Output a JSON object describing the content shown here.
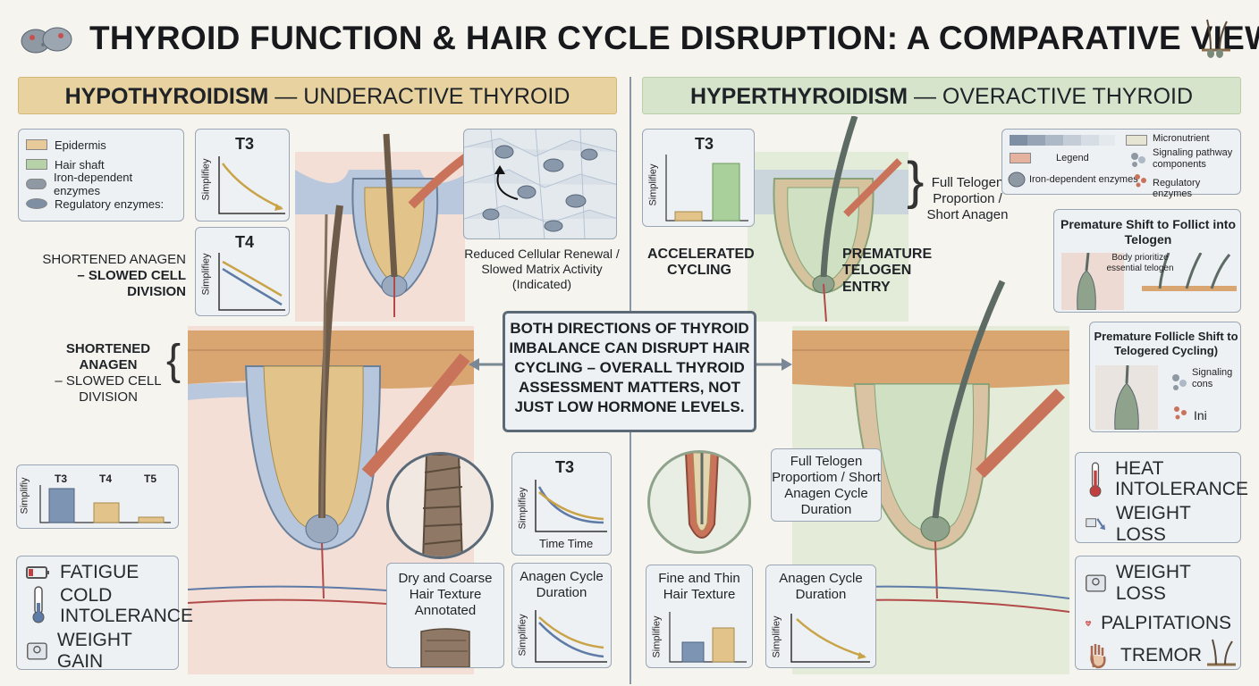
{
  "title": "THYROID FUNCTION & HAIR CYCLE DISRUPTION: A COMPARATIVE VIEW",
  "left_banner": {
    "bold": "HYPOTHYROIDISM",
    "rest": " — UNDERACTIVE THYROID"
  },
  "right_banner": {
    "bold": "HYPERTHYROIDISM",
    "rest": " — OVERACTIVE THYROID"
  },
  "left_legend": [
    "Epidermis",
    "Hair shaft",
    "Iron-dependent enzymes",
    "Regulatory enzymes:"
  ],
  "right_legend": {
    "legend_label": "Legend",
    "micronutrient": "Micronutrient",
    "iron": "Iron-dependent enzymes",
    "signaling": "Signaling pathway components",
    "regulatory": "Regulatory enzymes"
  },
  "mini_charts": {
    "t3_left": {
      "title": "T3",
      "ylabel": "Simplifiey"
    },
    "t4_left": {
      "title": "T4",
      "ylabel": "Simplifiey"
    },
    "t3_right": {
      "title": "T3",
      "ylabel": "Simplifiey"
    },
    "bars_left": {
      "ylabel": "Simplifiy",
      "labels": [
        "T3",
        "T4",
        "T5"
      ]
    },
    "t3_bottom": {
      "title": "T3",
      "ylabel": "Simplifiey",
      "xlabel": "Time Time"
    },
    "anagen_left": {
      "title": "Anagen Cycle Duration",
      "ylabel": "Simplifiey"
    },
    "fine_thin": {
      "title": "Fine and Thin Hair Texture",
      "ylabel": "Simplifiey"
    },
    "anagen_right": {
      "title": "Anagen Cycle Duration",
      "ylabel": "Simplifiey"
    }
  },
  "labels": {
    "shortened_anagen_1": "SHORTENED ANAGEN",
    "slowed_cell_division_1": "– SLOWED CELL DIVISION",
    "shortened_anagen_2": "SHORTENED ANAGEN",
    "slowed_cell_division_2": "– SLOWED CELL DIVISION",
    "reduced_renewal": "Reduced Cellular Renewal / Slowed Matrix Activity (Indicated)",
    "dry_coarse": "Dry and Coarse Hair Texture Annotated",
    "accelerated": "ACCELERATED CYCLING",
    "premature": "PREMATURE TELOGEN ENTRY",
    "full_telogen_top": "Full Telogen Proportion / Short Anagen",
    "full_telogen_mid": "Full Telogen Proportiom / Short Anagen Cycle Duration",
    "premature_shift_title": "Premature Shift to Follict into Telogen",
    "body_prioritize": "Body prioritize essential telogen",
    "premature_follicle_title": "Premature Follicle Shift to Telogered Cycling)",
    "signaling_cons": "Signaling cons",
    "ini": "Ini"
  },
  "center_message": "BOTH DIRECTIONS OF THYROID IMBALANCE CAN DISRUPT HAIR CYCLING – OVERALL THYROID ASSESSMENT MATTERS, NOT JUST LOW HORMONE LEVELS.",
  "left_symptoms": [
    "FATIGUE",
    "COLD INTOLERANCE",
    "WEIGHT GAIN"
  ],
  "right_symptoms_top": [
    "HEAT INTOLERANCE",
    "WEIGHT LOSS"
  ],
  "right_symptoms_bottom": [
    "WEIGHT LOSS",
    "PALPITATIONS",
    "TREMOR"
  ],
  "colors": {
    "hypo_banner": "#e7d2a0",
    "hyper_banner": "#d6e4cc",
    "hair": "#6d5b4a",
    "hyper_hair": "#5e6a64",
    "follicle_hypo": "#e2c48a",
    "follicle_hyper": "#cfe0c3",
    "dermis_blue": "#aebfd6",
    "muscle": "#c9735a",
    "line_gold": "#c9a347",
    "line_blue": "#5e7aa6"
  }
}
